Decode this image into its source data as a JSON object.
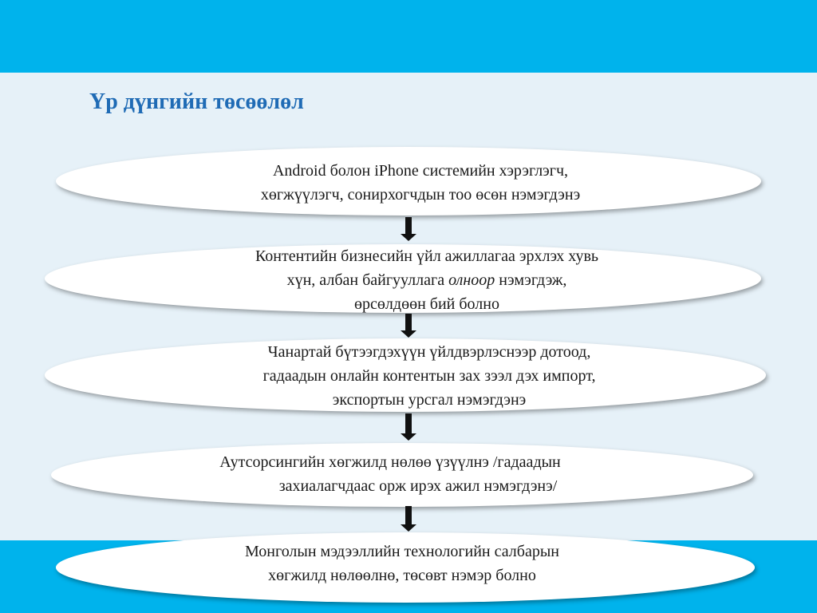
{
  "slide": {
    "title": "Үр дүнгийн төсөөлөл"
  },
  "flow": {
    "steps": [
      {
        "lines": [
          "Android болон iPhone системийн хэрэглэгч,",
          "хөгжүүлэгч, сонирхогчдын тоо өсөн нэмэгдэнэ"
        ]
      },
      {
        "line1": "Контентийн бизнесийн үйл ажиллагаа эрхлэх хувь",
        "line2_before": "хүн, албан байгууллага ",
        "line2_italic": "олноор",
        "line2_after": " нэмэгдэж,",
        "line3": "өрсөлдөөн бий болно"
      },
      {
        "lines": [
          "Чанартай бүтээгдэхүүн үйлдвэрлэснээр дотоод,",
          "гадаадын онлайн контентын зах зээл дэх импорт,",
          "экспортын урсгал нэмэгдэнэ"
        ]
      },
      {
        "lines": [
          "Аутсорсингийн хөгжилд нөлөө үзүүлнэ /гадаадын",
          "захиалагчдаас орж ирэх ажил нэмэгдэнэ/"
        ]
      },
      {
        "lines": [
          "Монголын мэдээллийн технологийн салбарын",
          "хөгжилд  нөлөөлнө, төсөвт нэмэр болно"
        ]
      }
    ]
  },
  "colors": {
    "band": "#00b3ec",
    "background": "#e6f1f8",
    "title": "#1f6bb5",
    "ellipse_fill": "#ffffff",
    "arrow": "#111111"
  }
}
